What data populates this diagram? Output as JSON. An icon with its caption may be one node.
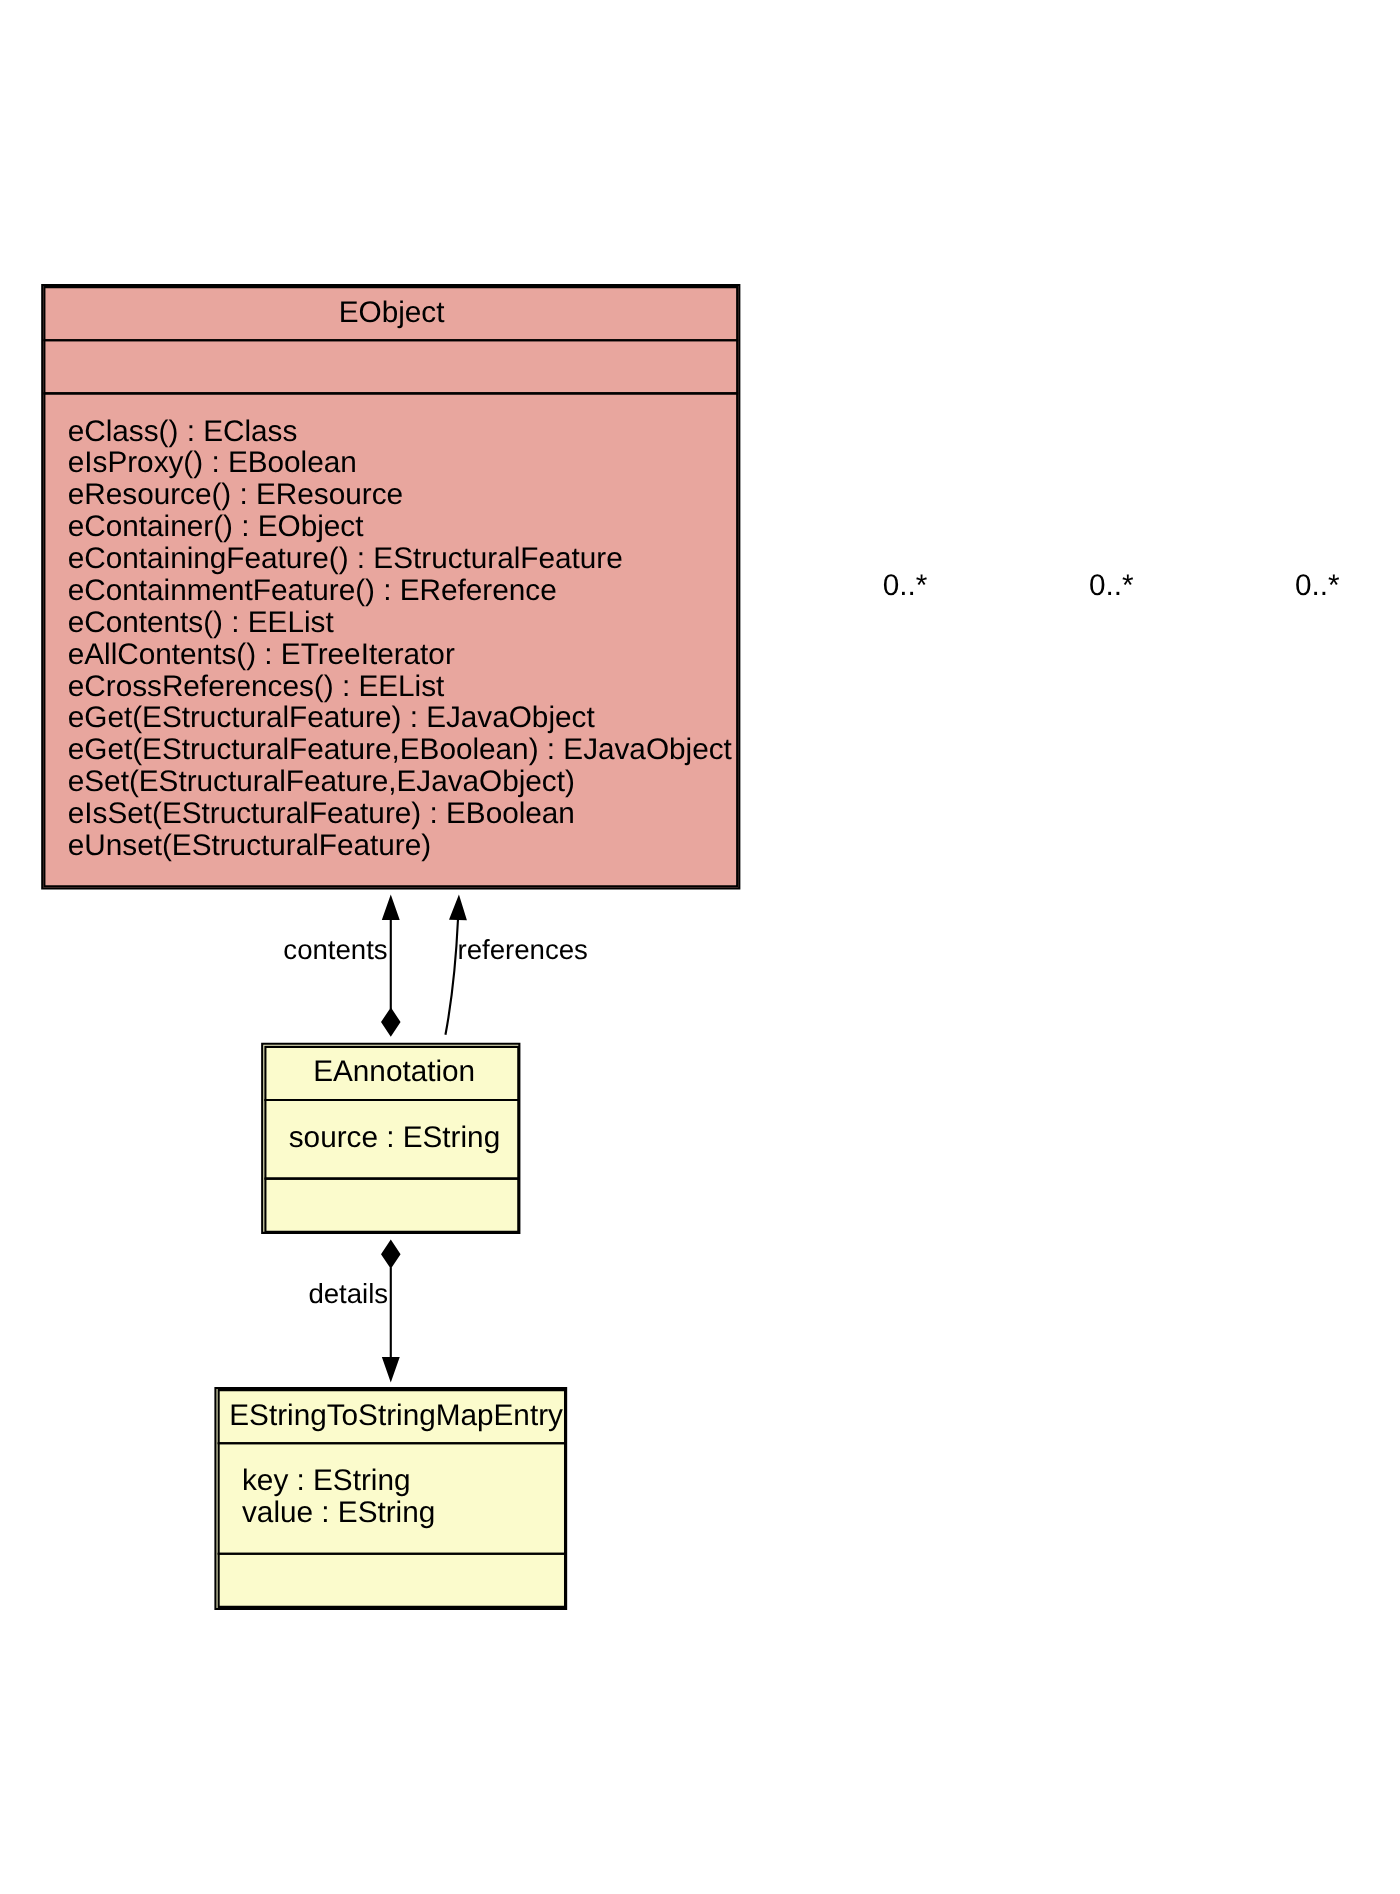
{
  "diagram": {
    "nodes": [
      {
        "text": [
          "EObject",
          "eClass() : EClass",
          "eIsProxy() : EBoolean",
          "eResource() : EResource",
          "eContainer() : EObject",
          "eContainingFeature() : EStructuralFeature",
          "eContainmentFeature() : EReference",
          "eContents() : EEList",
          "eAllContents() : ETreeIterator",
          "eCrossReferences() : EEList",
          "eGet(EStructuralFeature) : EJavaObject",
          "eGet(EStructuralFeature,EBoolean) : EJavaObject",
          "eSet(EStructuralFeature,EJavaObject)",
          "eIsSet(EStructuralFeature) : EBoolean",
          "eUnset(EStructuralFeature)"
        ]
      },
      {
        "text": [
          "EAnnotation",
          "source : EString"
        ]
      },
      {
        "text": [
          "EStringToStringMapEntry",
          "key : EString",
          "value : EString"
        ]
      }
    ],
    "edges": [
      {
        "from": 1,
        "to": 0,
        "arrow": "to",
        "label": "contents"
      },
      {
        "from": 1,
        "to": 0,
        "arrow": "to",
        "label": "references"
      },
      {
        "from": 1,
        "to": 2,
        "arrow": "to",
        "label": "details"
      }
    ],
    "labels": [
      "0..*",
      "0..*",
      "0..*"
    ]
  }
}
